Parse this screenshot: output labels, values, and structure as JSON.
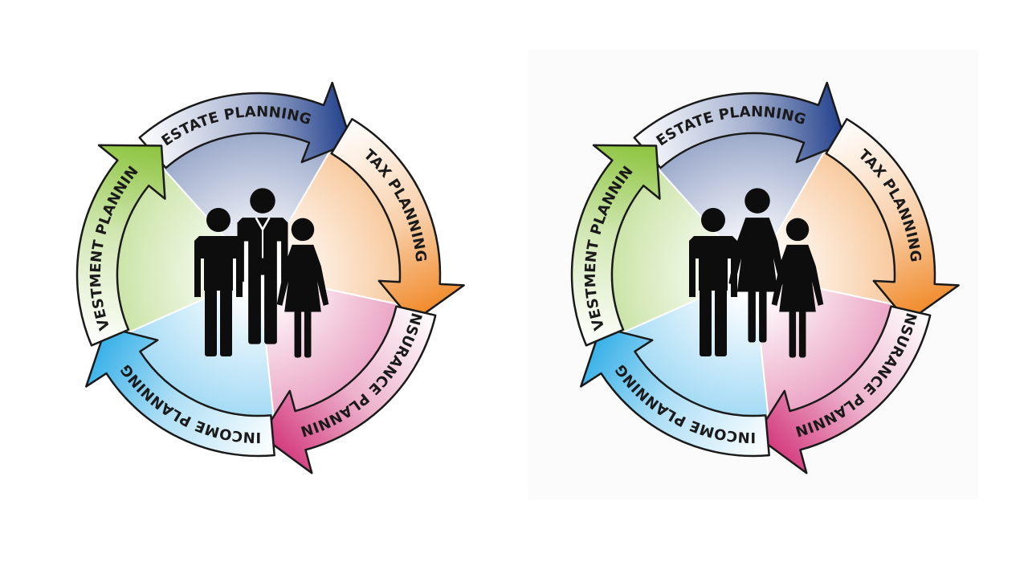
{
  "diagrams": [
    {
      "segments": [
        {
          "id": "estate",
          "label": "ESTATE PLANNING",
          "color": "#23418c"
        },
        {
          "id": "tax",
          "label": "TAX PLANNING",
          "color": "#f08a2a"
        },
        {
          "id": "insurance",
          "label": "INSURANCE PLANNING",
          "color": "#d33a7d"
        },
        {
          "id": "income",
          "label": "INCOME PLANNING",
          "color": "#36b0e8"
        },
        {
          "id": "investment",
          "label": "INVESTMENT PLANNING",
          "color": "#8cc43e"
        }
      ],
      "center_figures": [
        "man-figure",
        "man-in-suit-figure",
        "woman-figure"
      ]
    },
    {
      "segments": [
        {
          "id": "estate",
          "label": "ESTATE PLANNING",
          "color": "#23418c"
        },
        {
          "id": "tax",
          "label": "TAX PLANNING",
          "color": "#f08a2a"
        },
        {
          "id": "insurance",
          "label": "INSURANCE PLANNING",
          "color": "#d33a7d"
        },
        {
          "id": "income",
          "label": "INCOME PLANNING",
          "color": "#36b0e8"
        },
        {
          "id": "investment",
          "label": "INVESTMENT PLANNING",
          "color": "#8cc43e"
        }
      ],
      "center_figures": [
        "man-figure",
        "woman-figure",
        "woman-figure"
      ]
    }
  ]
}
